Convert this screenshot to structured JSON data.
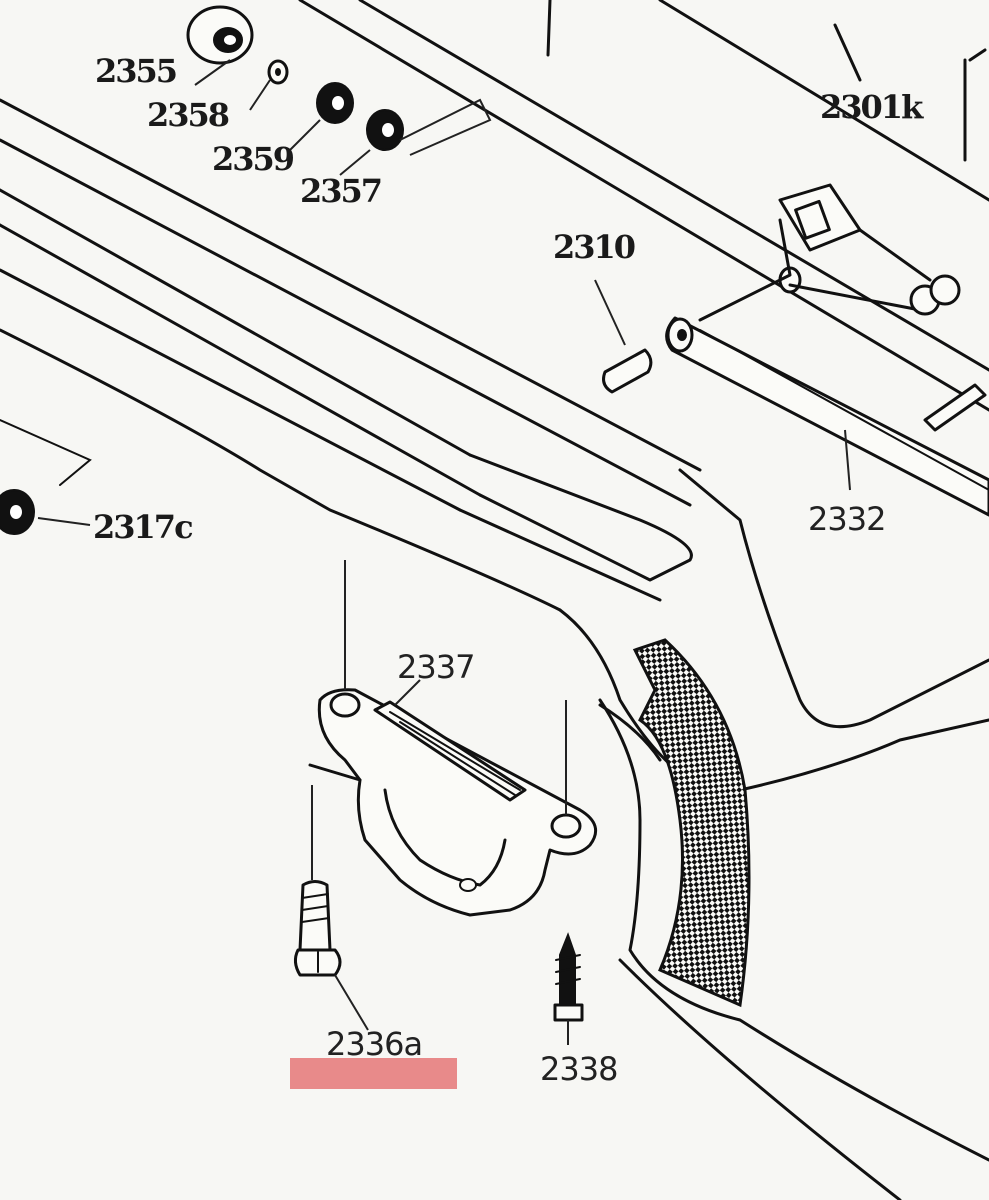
{
  "labels": {
    "l2355": "2355",
    "l2358": "2358",
    "l2359": "2359",
    "l2357": "2357",
    "l2301k": "2301k",
    "l2310": "2310",
    "l2317c": "2317c",
    "l2332": "2332",
    "l2337": "2337",
    "l2336a": "2336a",
    "l2338": "2338"
  },
  "colors": {
    "background": "#f7f7f4",
    "line": "#111111",
    "highlight": "#e88a8a"
  },
  "highlighted_part": "2336a"
}
